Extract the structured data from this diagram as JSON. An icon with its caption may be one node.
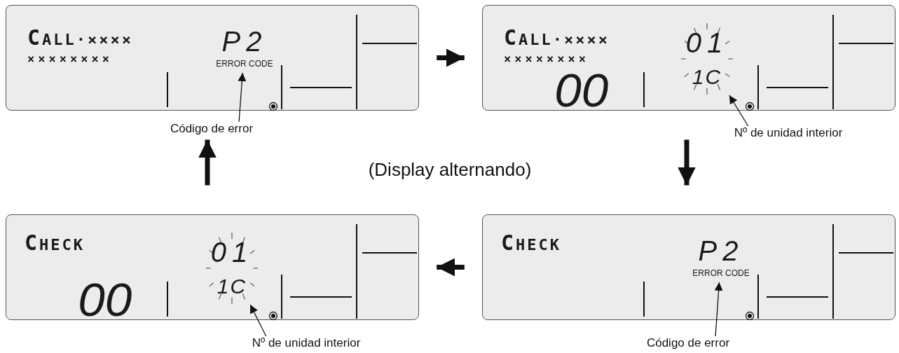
{
  "diagram": {
    "nodes": [
      {
        "text": [
          "CALL·××××",
          "××××××××"
        ]
      },
      {
        "text": [
          "P2",
          "ERROR CODE"
        ],
        "in": 0
      },
      {
        "text": [
          "CALL·××××",
          "××××××××",
          "00"
        ]
      },
      {
        "text": [
          "01",
          "1C"
        ],
        "in": 2
      },
      {
        "text": [
          "Código de error"
        ]
      },
      {
        "text": [
          "Nº de unidad interior"
        ]
      },
      {
        "text": [
          "CHECK",
          "00"
        ]
      },
      {
        "text": [
          "01",
          "1C"
        ],
        "in": 6
      },
      {
        "text": [
          "CHECK"
        ]
      },
      {
        "text": [
          "P2",
          "ERROR CODE"
        ],
        "in": 8
      },
      {
        "text": [
          "Nº de unidad interior"
        ]
      },
      {
        "text": [
          "Código de error"
        ]
      }
    ],
    "edges": [
      {
        "from": 0,
        "to": 2,
        "arrow": "to",
        "style": "thick"
      },
      {
        "from": 2,
        "to": 8,
        "arrow": "to",
        "style": "thick"
      },
      {
        "from": 8,
        "to": 6,
        "arrow": "to",
        "style": "thick"
      },
      {
        "from": 6,
        "to": 0,
        "arrow": "to",
        "style": "thick"
      },
      {
        "from": 4,
        "to": 1,
        "arrow": "to"
      },
      {
        "from": 5,
        "to": 3,
        "arrow": "to"
      },
      {
        "from": 10,
        "to": 7,
        "arrow": "to"
      },
      {
        "from": 11,
        "to": 9,
        "arrow": "to"
      }
    ],
    "labels": [
      "(Display alternando)"
    ]
  }
}
